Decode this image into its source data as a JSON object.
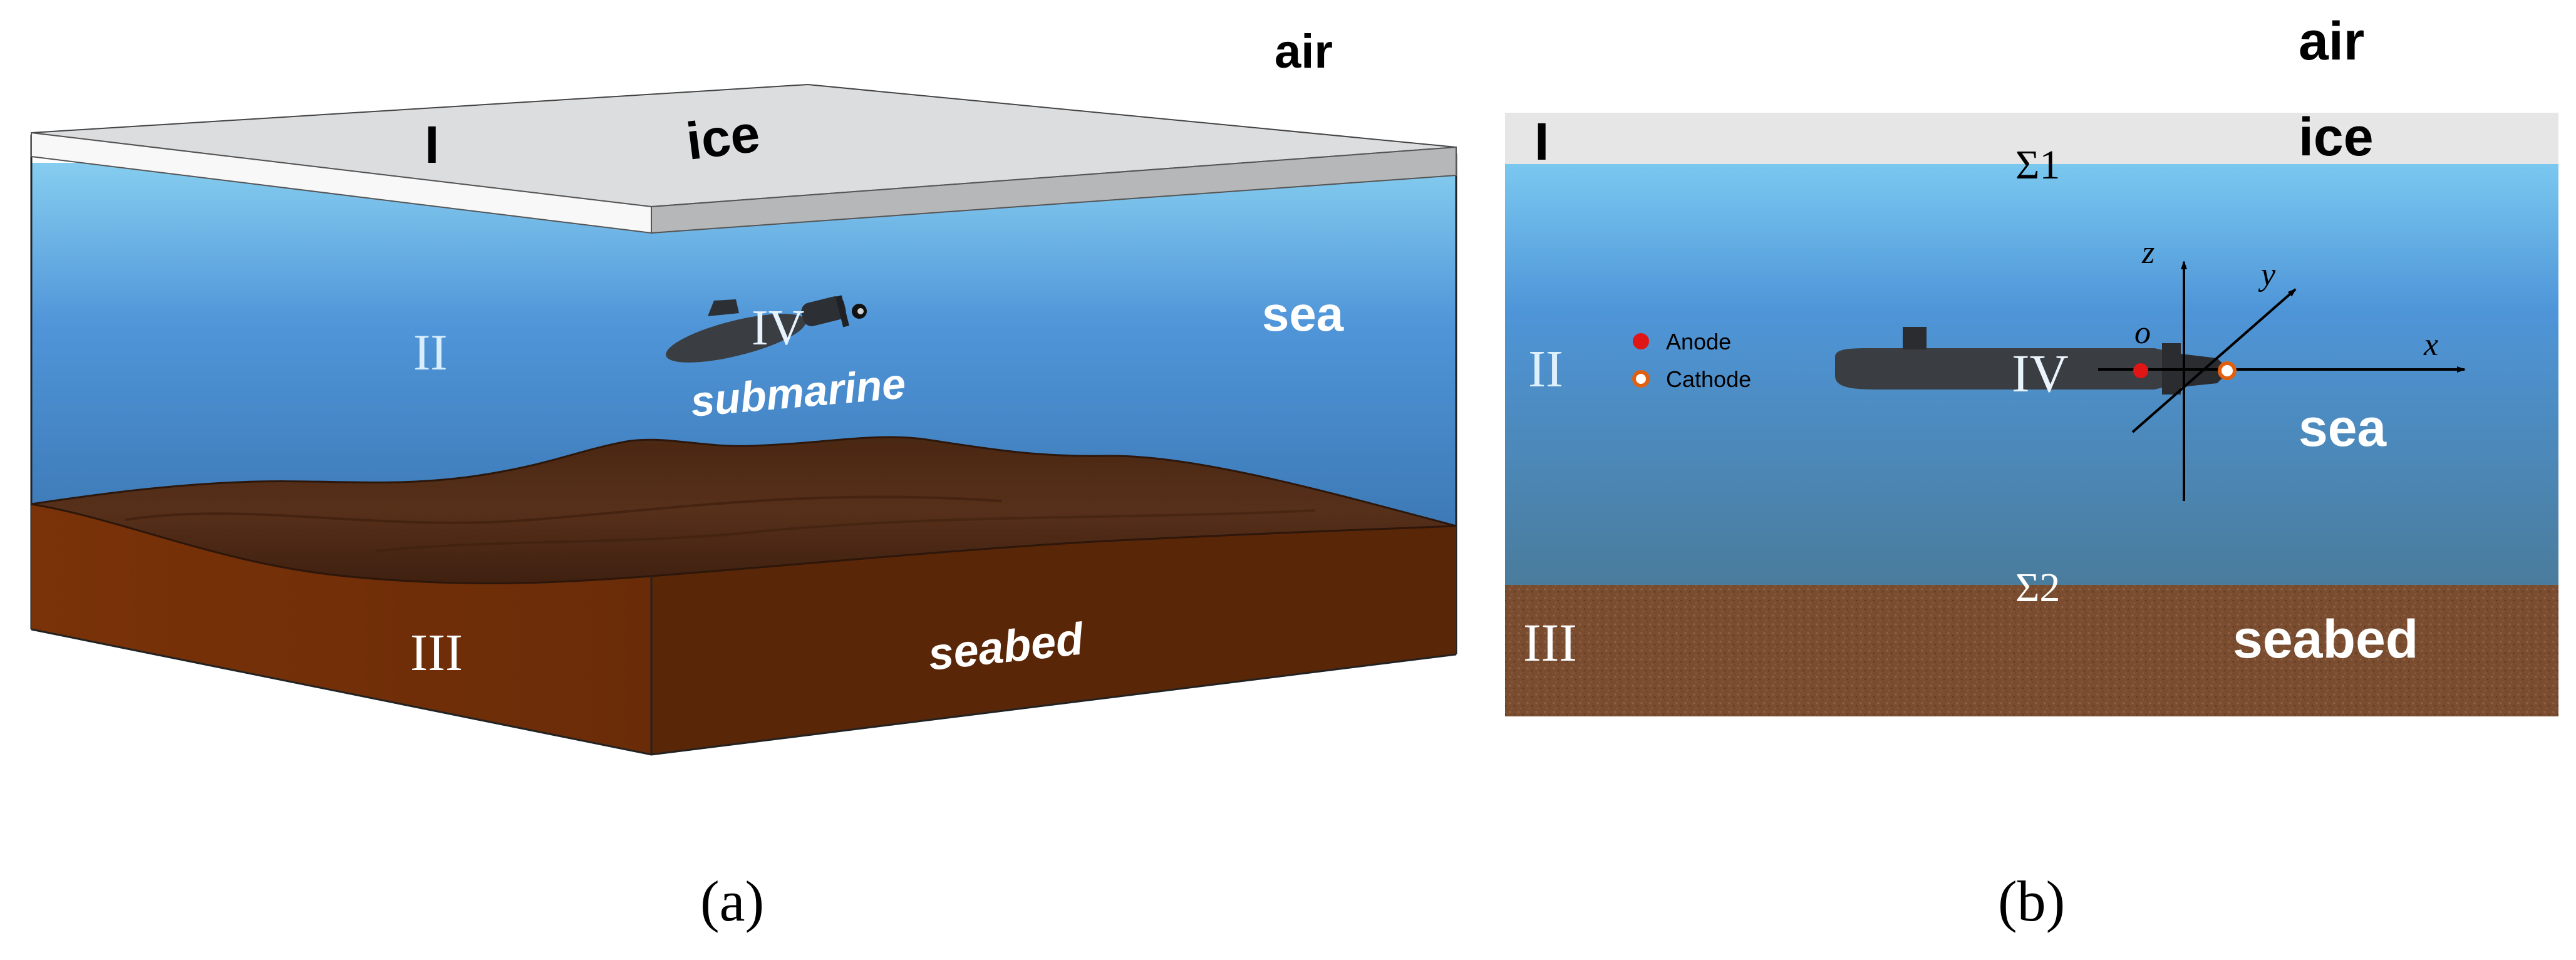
{
  "panel_a": {
    "air_label": "air",
    "ice_label": "ice",
    "sea_label": "sea",
    "submarine_label": "submarine",
    "seabed_label": "seabed",
    "region_ice": "I",
    "region_sea": "II",
    "region_seabed": "III",
    "region_submarine": "IV",
    "caption": "(a)"
  },
  "panel_b": {
    "air_label": "air",
    "ice_label": "ice",
    "sea_label": "sea",
    "seabed_label": "seabed",
    "region_ice": "I",
    "region_sea": "II",
    "region_seabed": "III",
    "region_submarine": "IV",
    "interface_top": "Σ1",
    "interface_bottom": "Σ2",
    "axis_x": "x",
    "axis_y": "y",
    "axis_z": "z",
    "origin": "o",
    "legend": [
      {
        "label": "Anode",
        "color": "#e01515",
        "marker": "filled-circle"
      },
      {
        "label": "Cathode",
        "color": "#e06010",
        "marker": "ring"
      }
    ],
    "caption": "(b)"
  },
  "colors": {
    "ice_top": "#dcdddf",
    "ice_front": "#f7f7f7",
    "ice_side": "#b9babc",
    "sea_light": "#78c6ee",
    "sea_mid": "#4a8fd3",
    "sea_deep": "#4a7ea6",
    "seabed_front": "#7a3208",
    "seabed_side": "#5a2608",
    "mud_top": "#4e2a14",
    "sand": "#7b4e30",
    "hull": "#3a3d42"
  }
}
